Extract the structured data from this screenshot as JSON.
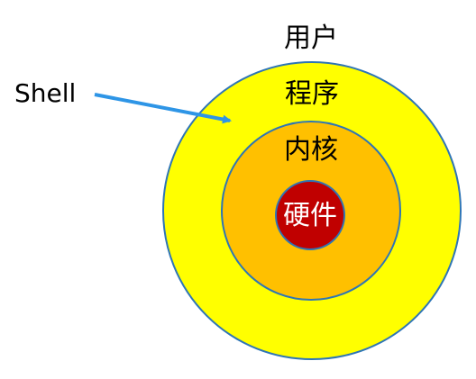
{
  "labels": {
    "user": "用户",
    "program": "程序",
    "kernel": "内核",
    "hardware": "硬件",
    "shell": "Shell"
  },
  "colors": {
    "outer_ring": "#ffff00",
    "middle_ring": "#ffc000",
    "core": "#c00000",
    "ring_stroke": "#2e75b6",
    "arrow": "#2e95e6",
    "text": "#000000",
    "core_text": "#ffffff"
  }
}
